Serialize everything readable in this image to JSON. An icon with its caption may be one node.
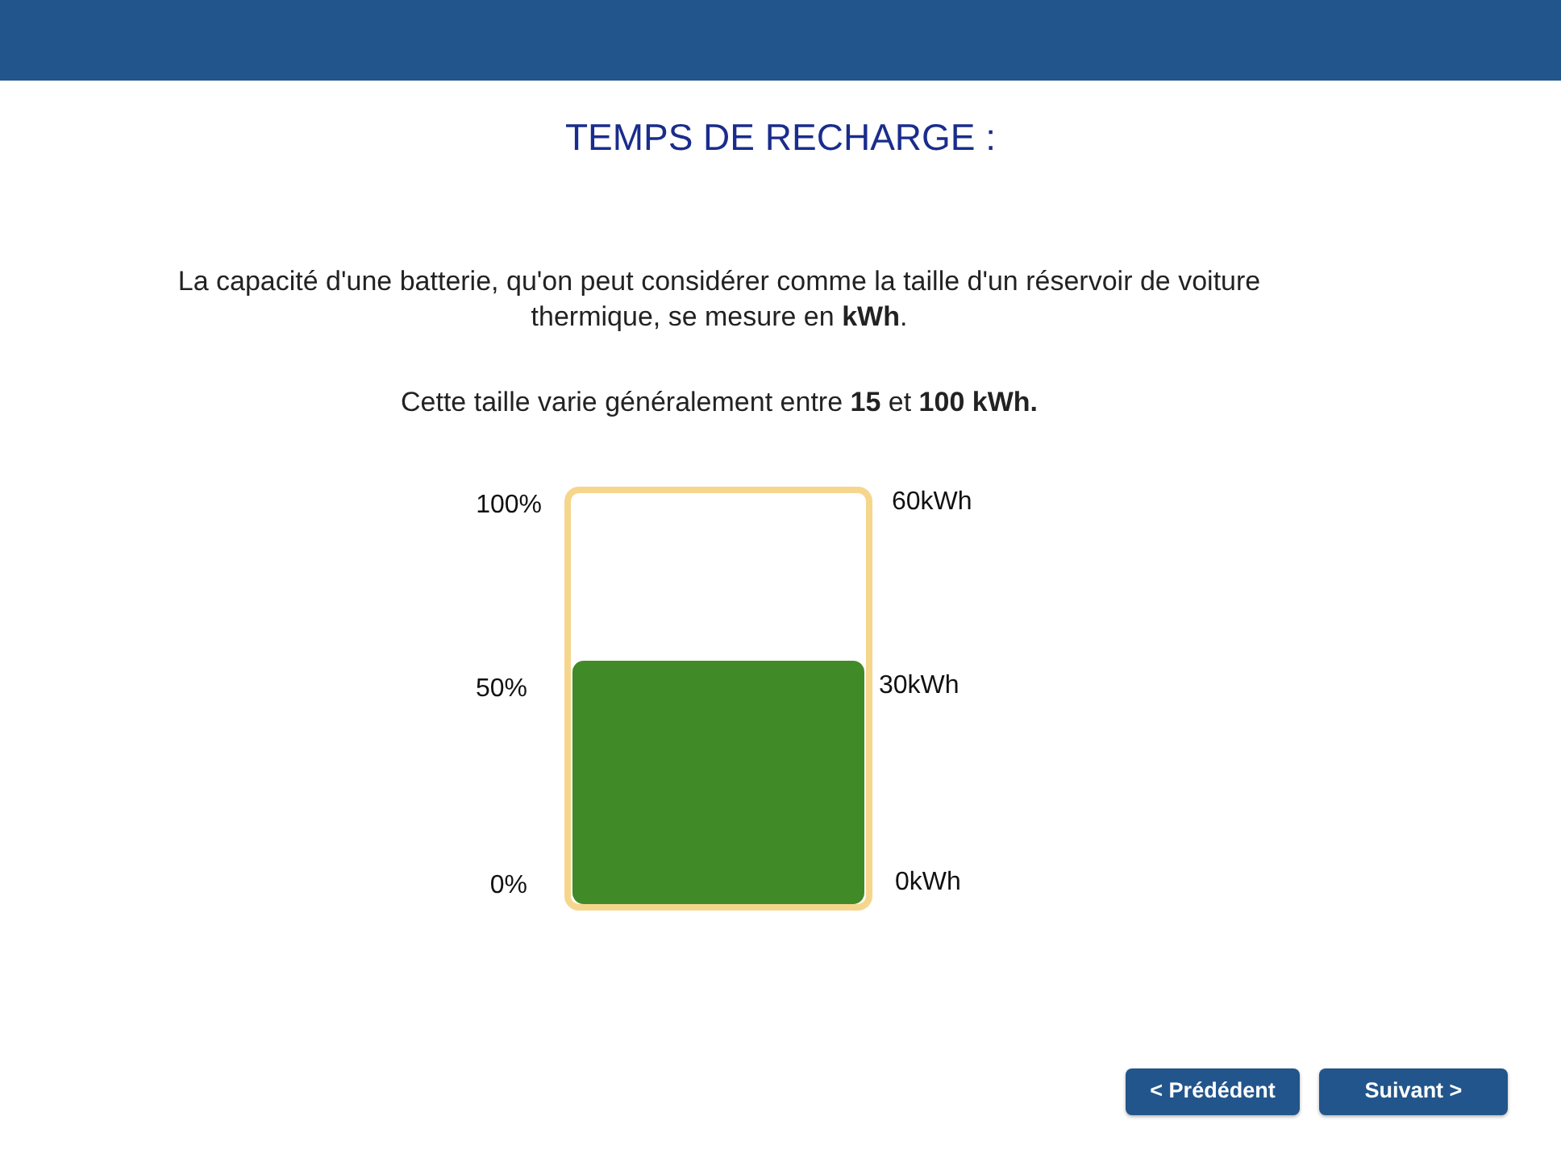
{
  "diagram": {
    "title": "TEMPS DE RECHARGE :",
    "labels": [
      "La capacité d'une batterie, qu'on peut considérer comme la taille d'un réservoir de voiture thermique, se mesure en **kWh**.",
      "Cette taille varie généralement entre **15** et **100 kWh.**",
      "100%",
      "60kWh",
      "50%",
      "30kWh",
      "0%",
      "0kWh",
      "< Prédédent",
      "Suivant >"
    ]
  }
}
